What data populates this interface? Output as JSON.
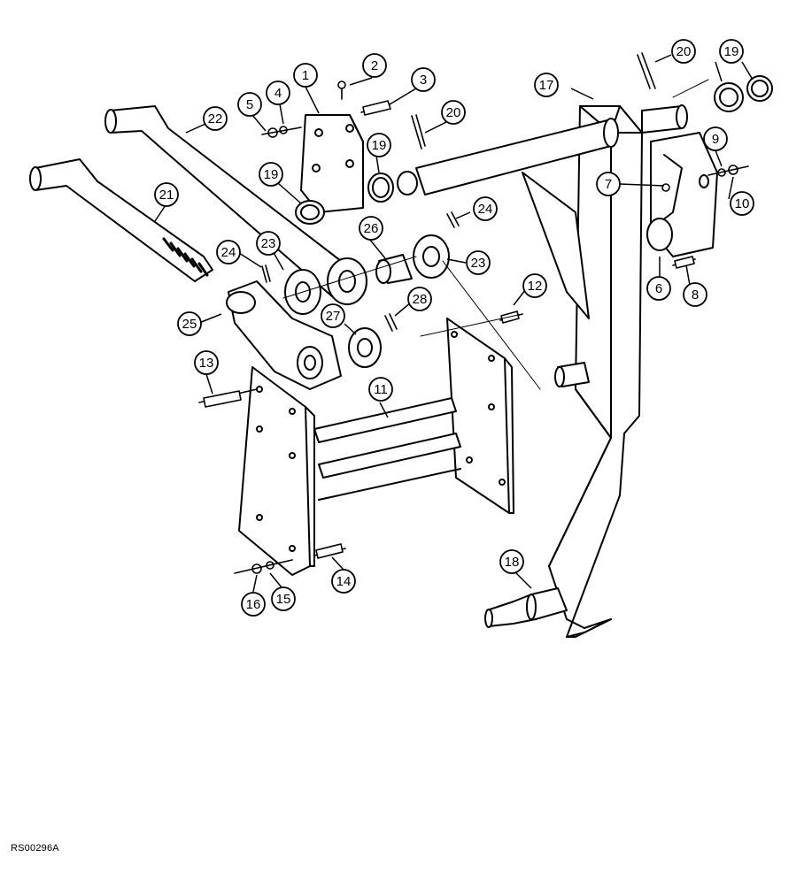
{
  "figure_id": "RS00296A",
  "callouts": [
    {
      "id": "c1",
      "number": "1"
    },
    {
      "id": "c2",
      "number": "2"
    },
    {
      "id": "c3",
      "number": "3"
    },
    {
      "id": "c4",
      "number": "4"
    },
    {
      "id": "c5",
      "number": "5"
    },
    {
      "id": "c6",
      "number": "6"
    },
    {
      "id": "c7",
      "number": "7"
    },
    {
      "id": "c8",
      "number": "8"
    },
    {
      "id": "c9",
      "number": "9"
    },
    {
      "id": "c10",
      "number": "10"
    },
    {
      "id": "c11",
      "number": "11"
    },
    {
      "id": "c12",
      "number": "12"
    },
    {
      "id": "c13",
      "number": "13"
    },
    {
      "id": "c14",
      "number": "14"
    },
    {
      "id": "c15",
      "number": "15"
    },
    {
      "id": "c16",
      "number": "16"
    },
    {
      "id": "c17",
      "number": "17"
    },
    {
      "id": "c18",
      "number": "18"
    },
    {
      "id": "c19a",
      "number": "19"
    },
    {
      "id": "c19b",
      "number": "19"
    },
    {
      "id": "c19c",
      "number": "19"
    },
    {
      "id": "c20a",
      "number": "20"
    },
    {
      "id": "c20b",
      "number": "20"
    },
    {
      "id": "c21",
      "number": "21"
    },
    {
      "id": "c22",
      "number": "22"
    },
    {
      "id": "c23a",
      "number": "23"
    },
    {
      "id": "c23b",
      "number": "23"
    },
    {
      "id": "c24a",
      "number": "24"
    },
    {
      "id": "c24b",
      "number": "24"
    },
    {
      "id": "c25",
      "number": "25"
    },
    {
      "id": "c26",
      "number": "26"
    },
    {
      "id": "c27",
      "number": "27"
    },
    {
      "id": "c28",
      "number": "28"
    }
  ]
}
